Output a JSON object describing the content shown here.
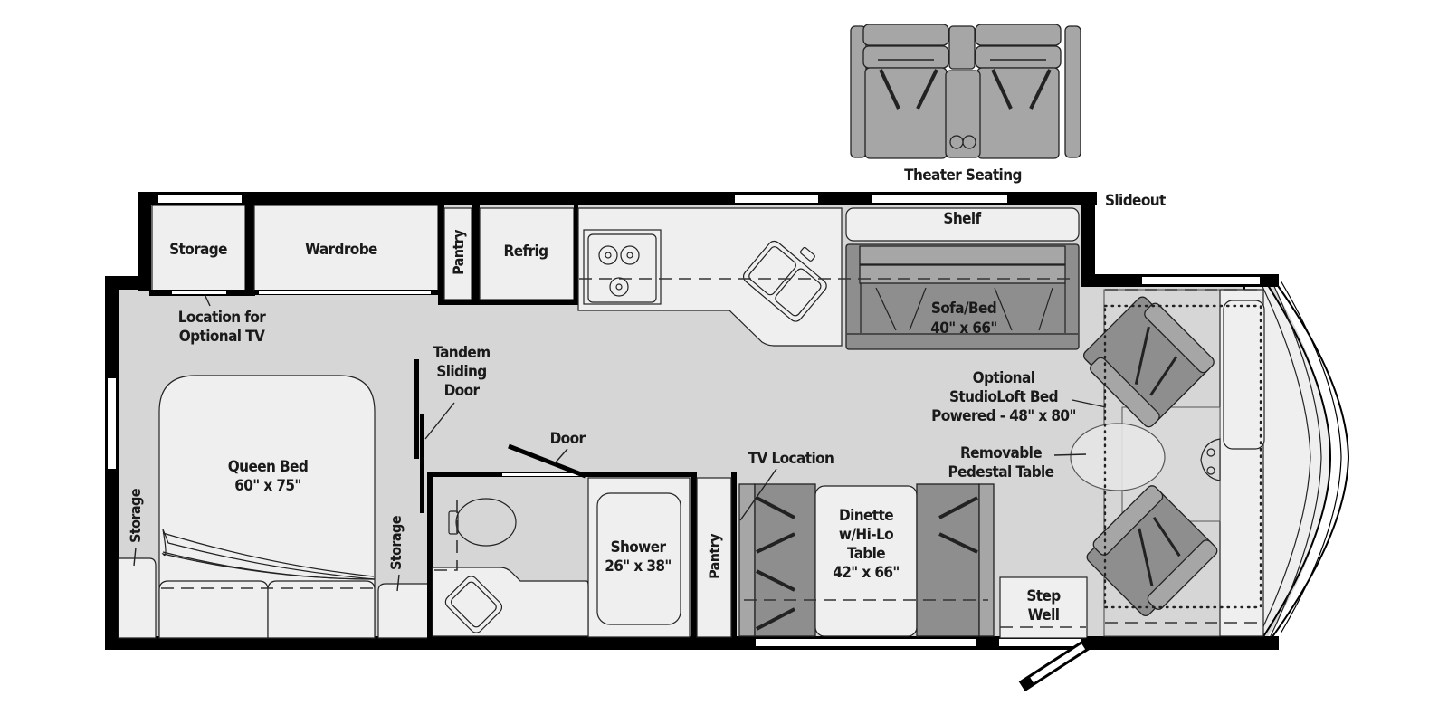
{
  "diagram": {
    "title": "RV Floor Plan",
    "type": "floorplan",
    "colors": {
      "wall": "#000000",
      "floor": "#d6d6d6",
      "cabinet": "#efefef",
      "upholstery": "#8e8e8e",
      "label": "#1a1a1a"
    },
    "labels": {
      "theater_seating": "Theater Seating",
      "slideout": "Slideout",
      "storage_top": "Storage",
      "wardrobe": "Wardrobe",
      "pantry_top": "Pantry",
      "refrig": "Refrig",
      "shelf": "Shelf",
      "sofa_bed_line1": "Sofa/Bed",
      "sofa_bed_line2": "40\" x 66\"",
      "tv_optional_line1": "Location for",
      "tv_optional_line2": "Optional TV",
      "tandem_line1": "Tandem",
      "tandem_line2": "Sliding",
      "tandem_line3": "Door",
      "queen_bed_line1": "Queen Bed",
      "queen_bed_line2": "60\" x 75\"",
      "storage_left": "Storage",
      "storage_right": "Storage",
      "door": "Door",
      "shower_line1": "Shower",
      "shower_line2": "26\" x 38\"",
      "pantry_bottom": "Pantry",
      "tv_location": "TV Location",
      "dinette_line1": "Dinette",
      "dinette_line2": "w/Hi-Lo",
      "dinette_line3": "Table",
      "dinette_line4": "42\" x 66\"",
      "studioloft_line1": "Optional",
      "studioloft_line2": "StudioLoft Bed",
      "studioloft_line3": "Powered - 48\" x 80\"",
      "pedestal_line1": "Removable",
      "pedestal_line2": "Pedestal Table",
      "step_well_line1": "Step",
      "step_well_line2": "Well"
    }
  }
}
